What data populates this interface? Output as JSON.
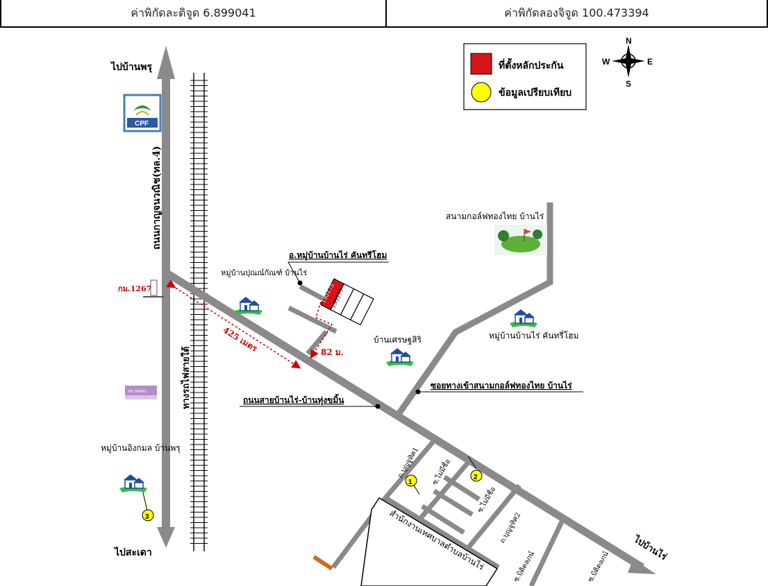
{
  "coordinates": {
    "latitude_label": "ค่าพิกัดละติจูด 6.899041",
    "longitude_label": "ค่าพิกัดลองจิจูด 100.473394"
  },
  "legend": {
    "collateral_label": "ที่ตั้งหลักประกัน",
    "comparison_label": "ข้อมูลเปรียบเทียบ"
  },
  "compass": {
    "n": "N",
    "s": "S",
    "e": "E",
    "w": "W"
  },
  "labels": {
    "to_ban_phru": "ไปบ้านพรุ",
    "to_sadao": "ไปสะเดา",
    "to_ban_rai": "ไปบ้านไร่",
    "kanchanavanit_road": "ถนนกาญจนวณิช(ทล.4)",
    "railway": "ทางรถไฟสายใต้",
    "km_marker": "กม.1267",
    "village_putthachat": "หมู่บ้านปุณณ์กัณฑ์ บ้านไร่",
    "village_banrai_project": "อ.หมู่บ้านบ้านไร่ คันทรีโฮม",
    "village_setthasiri": "บ้านเศรษฐสิริ",
    "village_banrai_country": "หมู่บ้านบ้านไร่ คันทรี่โฮม",
    "golf_course": "สนามกอล์ฟทองไทย บ้านไร่",
    "golf_soi": "ซอยทางเข้าสนามกอล์ฟทองไทย บ้านไร่",
    "banrai_road": "ถนนสายบ้านไร่-บ้านทุ่งขมิ้น",
    "village_ingkamol": "หมู่บ้านอิงกมล บ้านพรุ",
    "distance_425": "425 เมตร",
    "distance_82": "82 ม.",
    "plot_1": "195175",
    "plot_2": "195177",
    "road_boon_1": "ถ.บุญจูทิศ1",
    "road_boon_2": "ถ.บุญจูทิศ2",
    "soi_mai_1": "ซ.ไม่มีชื่อ",
    "soi_mai_2": "ซ.ไม่มีชื่อ",
    "soi_chit_1": "ซ.บิดิตลภน์",
    "soi_chit_2": "ซ.บิดิตลภน์",
    "municipal_office": "สำนักงานเทศบาลตำบลบ้านไร่",
    "cpf_logo": "CPF",
    "sri_trang_logo": "SRI TRANG",
    "marker_1": "1",
    "marker_2": "2",
    "marker_3": "3"
  },
  "colors": {
    "road": "#8a8a8a",
    "collateral": "#d8141b",
    "comparison": "#ffff00",
    "distance": "#cc0000"
  }
}
